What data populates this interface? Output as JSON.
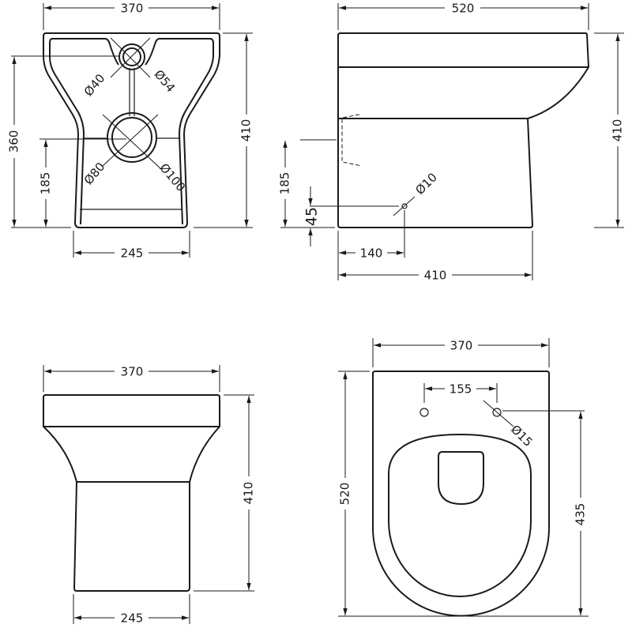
{
  "title": "Back to wall toilet technical drawing",
  "views": {
    "rear": {
      "width": "370",
      "height": "410",
      "inlet_height": "360",
      "outlet_height": "185",
      "base_width": "245",
      "inlet_inner": "Ø40",
      "inlet_outer": "Ø54",
      "outlet_inner": "Ø80",
      "outlet_outer": "Ø100"
    },
    "side": {
      "depth": "520",
      "height": "410",
      "outlet_height": "185",
      "fixing_height": "45",
      "fixing_hole": "Ø10",
      "fixing_offset": "140",
      "base_depth": "410"
    },
    "front": {
      "width": "370",
      "height": "410",
      "base_width": "245"
    },
    "top": {
      "width": "370",
      "depth": "520",
      "hole_spacing": "155",
      "hole_diameter": "Ø15",
      "hole_to_back": "435"
    }
  }
}
